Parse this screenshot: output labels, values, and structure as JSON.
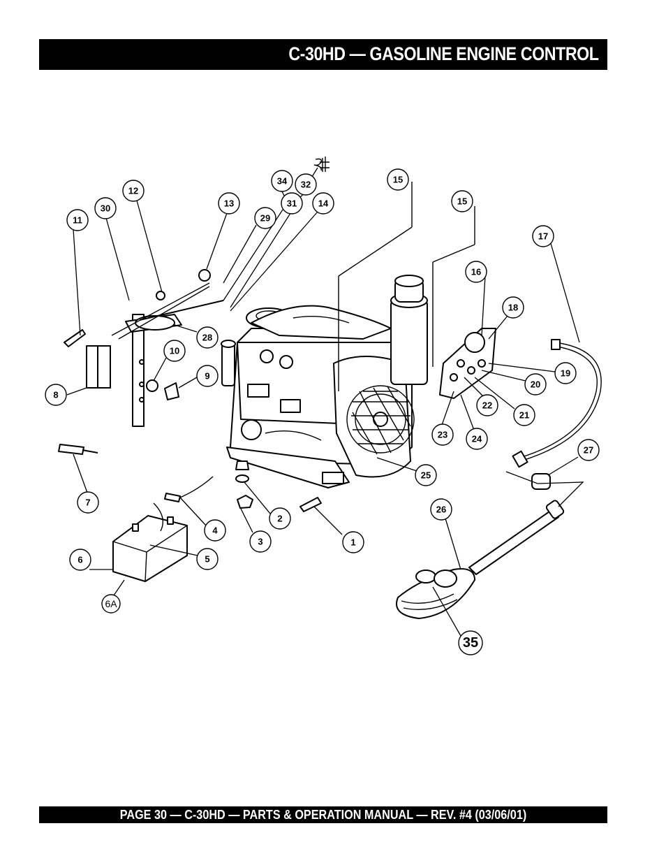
{
  "header": {
    "title": "C-30HD — GASOLINE ENGINE CONTROL"
  },
  "footer": {
    "text": "PAGE 30 — C-30HD — PARTS & OPERATION MANUAL — REV. #4 (03/06/01)"
  },
  "callouts": {
    "c1": "1",
    "c2": "2",
    "c3": "3",
    "c4": "4",
    "c5": "5",
    "c6": "6",
    "c6a": "6A",
    "c7": "7",
    "c8": "8",
    "c9": "9",
    "c10": "10",
    "c11": "11",
    "c12": "12",
    "c13": "13",
    "c14": "14",
    "c15a": "15",
    "c15b": "15",
    "c16": "16",
    "c17": "17",
    "c18": "18",
    "c19": "19",
    "c20": "20",
    "c21": "21",
    "c22": "22",
    "c23": "23",
    "c24": "24",
    "c25": "25",
    "c26": "26",
    "c27": "27",
    "c28": "28",
    "c29": "29",
    "c30": "30",
    "c31": "31",
    "c32": "32",
    "c34": "34",
    "c35": "35"
  }
}
